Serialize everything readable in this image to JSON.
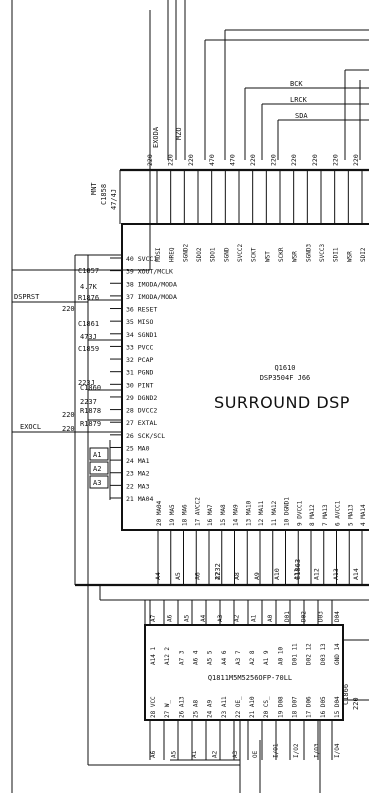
{
  "dsp": {
    "ref": "Q1610",
    "part": "DSP3504F J66",
    "title": "SURROUND DSP",
    "left_pins": [
      "40 SVCC1",
      "39 XOUT/MCLK",
      "38 IMODA/MODA",
      "37 IMODA/MODA",
      "36 RESET",
      "35 MISO",
      "34 SGND1",
      "33 PVCC",
      "32 PCAP",
      "31 PGND",
      "30 PINT",
      "29 DGND2",
      "28 DVCC2",
      "27 EXTAL",
      "26 SCK/SCL",
      "25 MA0",
      "24 MA1",
      "23 MA2",
      "22 MA3",
      "21 MA04"
    ],
    "top_pins": [
      "MOSI",
      "HREQ",
      "SGND2",
      "SDO2",
      "SDO1",
      "SGND",
      "SVCC2",
      "SCKT",
      "WST",
      "SCKR",
      "WSR",
      "SGND3",
      "SVCC3",
      "SDI1",
      "WSR",
      "SDI2"
    ],
    "bottom_pins": [
      "20 MA04",
      "19 MA5",
      "18 MA6",
      "17 AVCC2",
      "16 MA7",
      "15 MA8",
      "14 MA9",
      "13 MA10",
      "12 MA11",
      "11 MA12",
      "10 DGND1",
      "9 DVCC1",
      "8 MA12",
      "7 MA13",
      "6 AVCC1",
      "5 MA13",
      "4 MA14"
    ]
  },
  "sram": {
    "ref": "Q1811",
    "part": "Q1811M5M5256OFP-70LL",
    "top_pins": [
      "A14 1",
      "A12 2",
      "A7 3",
      "A6 4",
      "A5 5",
      "A4 6",
      "A3 7",
      "A2 8",
      "A1 9",
      "A0 10",
      "D01 11",
      "D02 12",
      "D03 13",
      "GND 14"
    ],
    "bottom_pins": [
      "28 VCC",
      "27 W_",
      "26 A13",
      "25 A8",
      "24 A9",
      "23 A11",
      "22 OE_",
      "21 A10",
      "20 CS_",
      "19 D08",
      "18 D07",
      "17 D06",
      "16 D05",
      "15 D04"
    ]
  },
  "nets": {
    "dsprst": "DSPRST",
    "exocl": "EXOCL",
    "bck": "BCK",
    "lrck": "LRCK",
    "sda": "SDA",
    "mnt": "MNT",
    "exoda": "EXODA",
    "mzo": "MZO"
  },
  "components": {
    "c1858": "C1858",
    "c1858_val": "47/4J",
    "c1857": "C1857",
    "c1861": "C1861",
    "c1859": "C1859",
    "c1860": "C1860",
    "c1863": "C1863",
    "c1866": "C1866",
    "r1876": "R1876",
    "r1878": "R1878",
    "r1879": "R1879",
    "v_47k": "4.7K",
    "v_473j": "473J",
    "v_223j": "223J",
    "v_2232": "2232",
    "v_2237": "2237",
    "r220_a": "220",
    "r220_b": "220",
    "r220_c": "220",
    "r220_d": "220",
    "a1": "A1",
    "a2": "A2",
    "a3": "A3"
  },
  "bus_labels": {
    "dsp_top": [
      "220",
      "220",
      "220",
      "470",
      "470",
      "220",
      "220",
      "220",
      "220",
      "220",
      "220"
    ],
    "dsp_bottom": [
      "A4",
      "A5",
      "A6",
      "A7",
      "A8",
      "A9",
      "A10",
      "A11",
      "A12",
      "A13",
      "A14"
    ],
    "sram_top": [
      "A7",
      "A6",
      "A5",
      "A4",
      "A3",
      "A2",
      "A1",
      "A0",
      "D01",
      "D02",
      "D03",
      "D04"
    ],
    "sram_bottom": [
      "A6",
      "A5",
      "A1",
      "A2",
      "A3",
      "OE",
      "I/O1",
      "I/O2",
      "I/O3",
      "I/O4"
    ]
  }
}
